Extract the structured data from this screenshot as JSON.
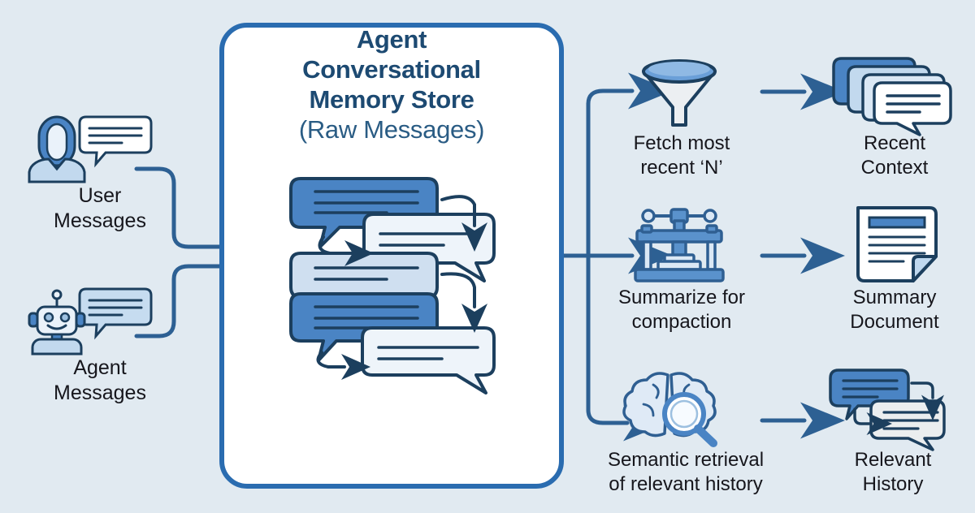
{
  "background_color": "#e1eaf1",
  "accent_color": "#2a6cb0",
  "bubble_blue": "#4a84c4",
  "text_color": "#16161c",
  "title_color": "#1d4a72",
  "card": {
    "title_line1": "Agent",
    "title_line2": "Conversational",
    "title_line3": "Memory Store",
    "title_line4": "(Raw Messages)",
    "icon": "conversation-thread-icon"
  },
  "sources": [
    {
      "id": "user",
      "label_line1": "User",
      "label_line2": "Messages",
      "icon": "user-avatar-icon",
      "bubble_icon": "speech-bubble-icon"
    },
    {
      "id": "agent",
      "label_line1": "Agent",
      "label_line2": "Messages",
      "icon": "robot-icon",
      "bubble_icon": "speech-bubble-icon"
    }
  ],
  "branches": [
    {
      "id": "recent",
      "process_icon": "funnel-icon",
      "process_line1": "Fetch most",
      "process_line2": "recent ‘N’",
      "output_icon": "stacked-messages-icon",
      "output_line1": "Recent",
      "output_line2": "Context"
    },
    {
      "id": "summary",
      "process_icon": "press-machine-icon",
      "process_line1": "Summarize for",
      "process_line2": "compaction",
      "output_icon": "document-icon",
      "output_line1": "Summary",
      "output_line2": "Document"
    },
    {
      "id": "semantic",
      "process_icon": "brain-search-icon",
      "process_line1": "Semantic retrieval",
      "process_line2": "of relevant history",
      "output_icon": "chat-history-icon",
      "output_line1": "Relevant",
      "output_line2": "History"
    }
  ]
}
